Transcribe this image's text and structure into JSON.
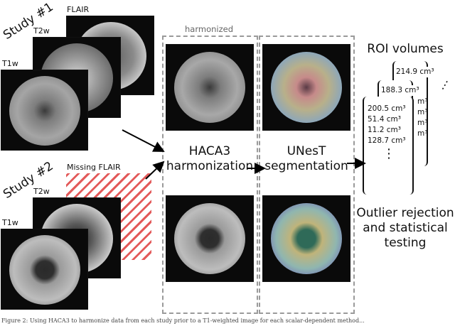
{
  "study1": {
    "title": "Study #1",
    "scans": [
      "FLAIR",
      "T2w",
      "T1w"
    ]
  },
  "study2": {
    "title": "Study #2",
    "missing": "Missing FLAIR",
    "scans": [
      "T2w",
      "T1w"
    ]
  },
  "harmonized_label": "harmonized",
  "haca3": {
    "line1": "HACA3",
    "line2": "harmonization"
  },
  "unest": {
    "line1": "UNesT",
    "line2": "segmentation"
  },
  "roi": {
    "title": "ROI volumes",
    "front_values": [
      "200.5 cm³",
      "51.4 cm³",
      "11.2 cm³",
      "128.7 cm³"
    ],
    "mid_value": "188.3 cm³",
    "back_value": "214.9 cm³",
    "partial_fragments": [
      "m³",
      "m³",
      "m³",
      "m³"
    ],
    "ellipsis": "⋮",
    "dots": "⋮"
  },
  "outlier": {
    "line1": "Outlier rejection",
    "line2": "and statistical",
    "line3": "testing"
  },
  "caption": "Figure 2: Using HACA3 to harmonize data from each study prior to a T1-weighted image for each scalar-dependent method..."
}
